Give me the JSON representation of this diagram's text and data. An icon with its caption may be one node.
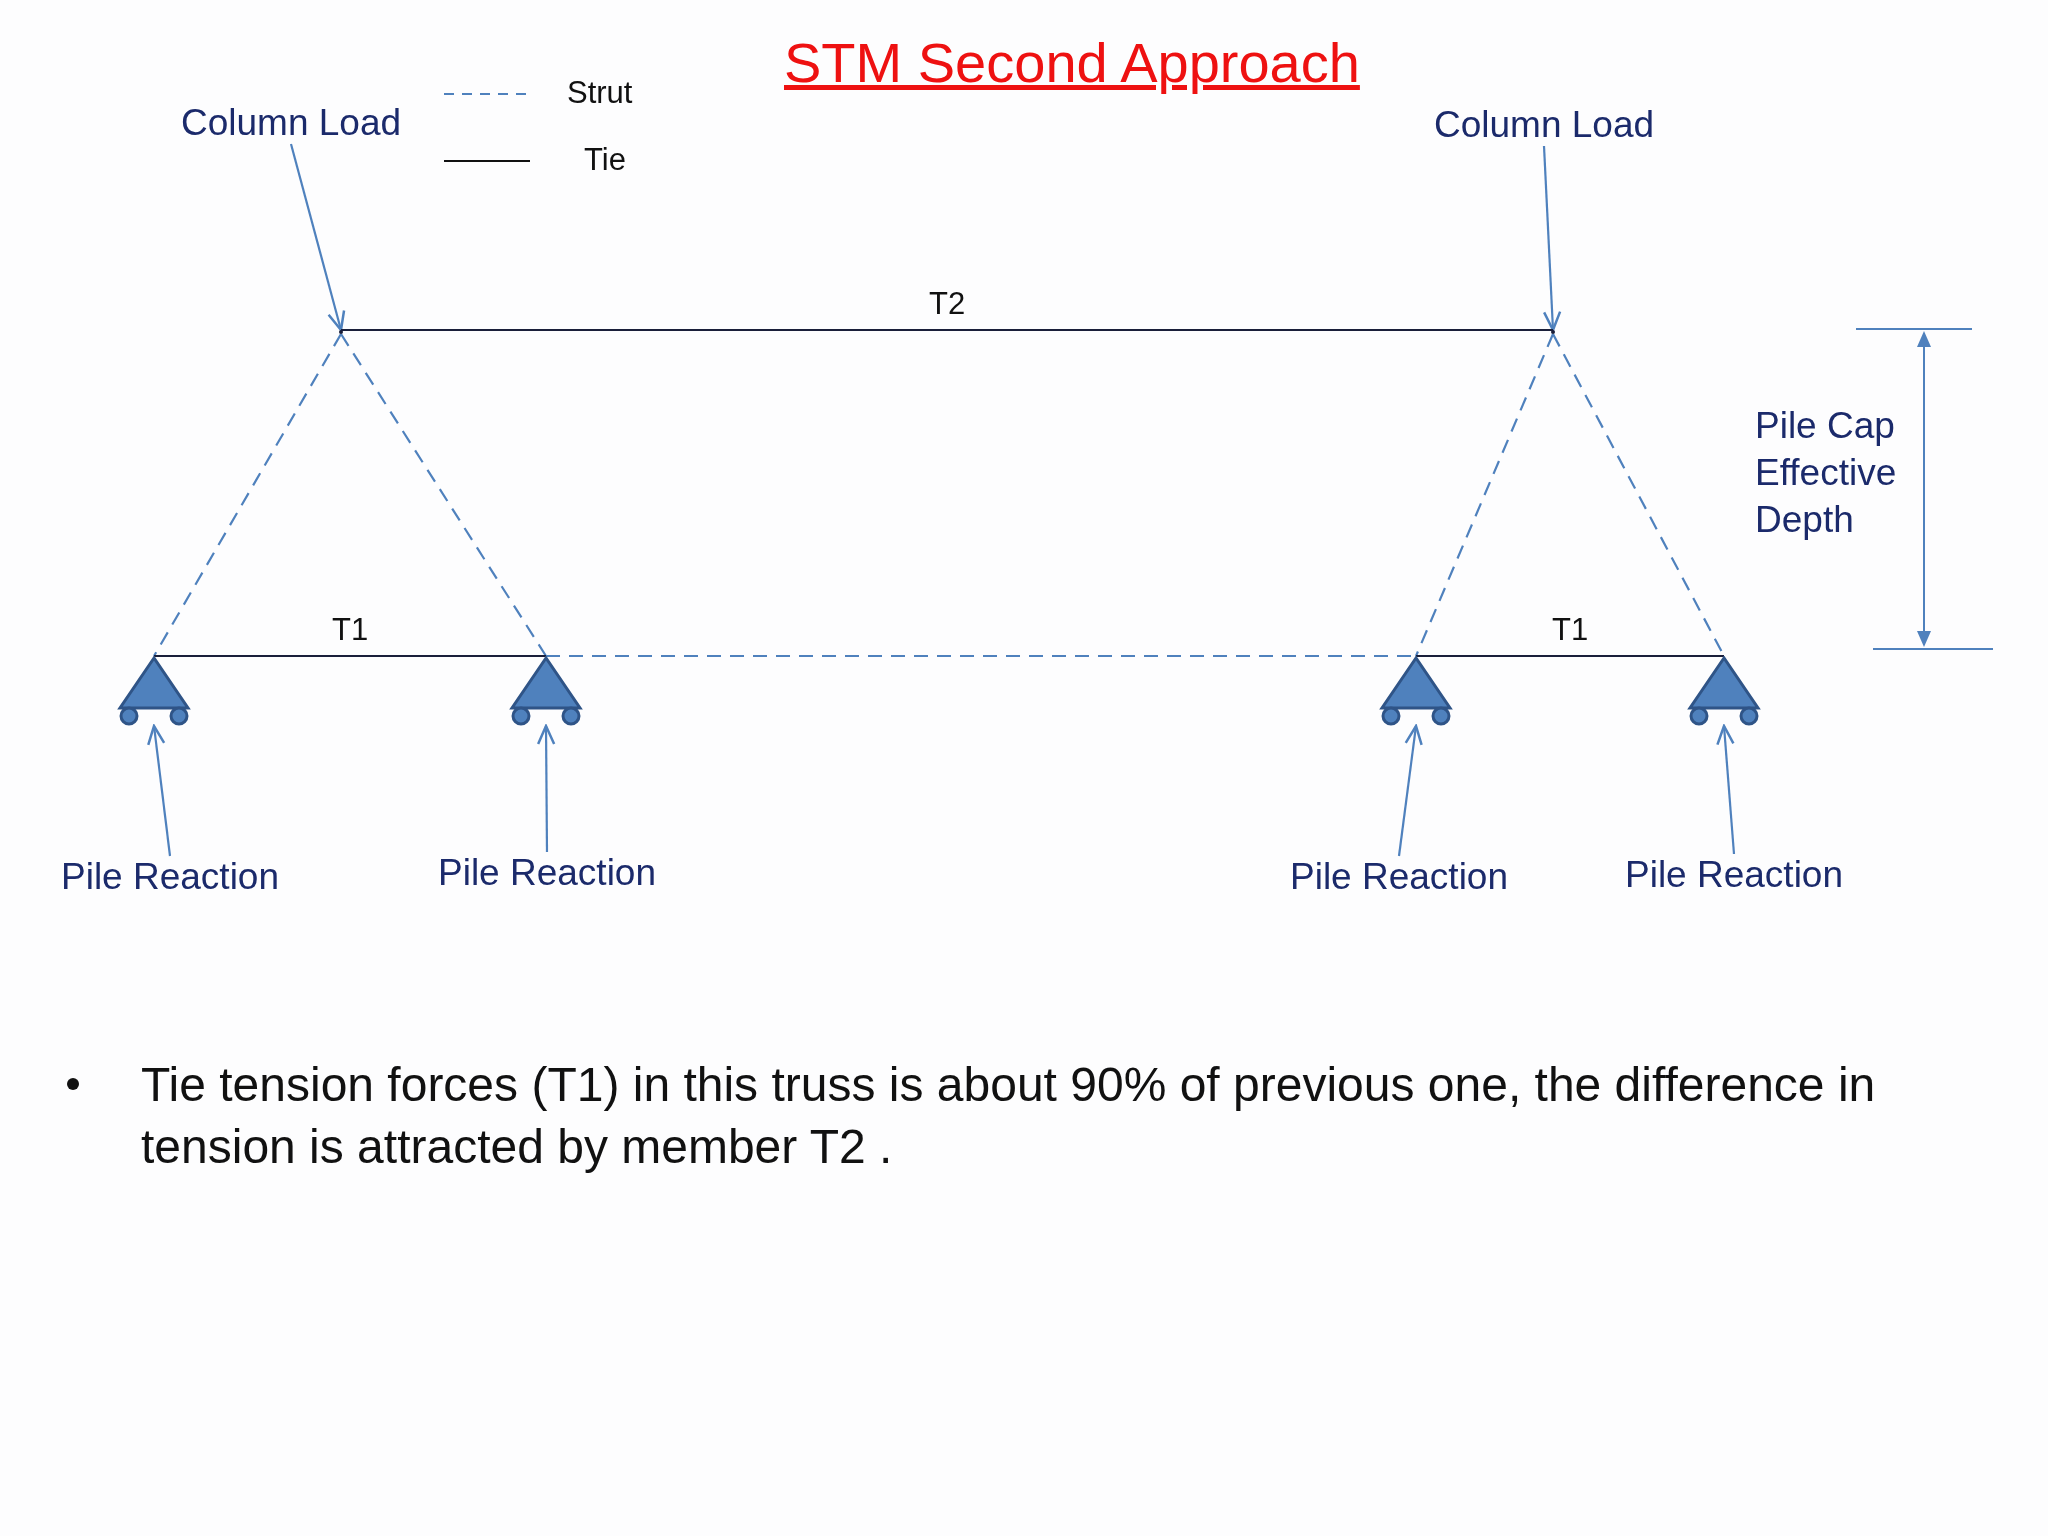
{
  "diagram": {
    "title": "STM Second Approach",
    "nodes": [
      {
        "text": [
          "Column Load"
        ]
      },
      {
        "text": [
          "Column Load"
        ]
      },
      {
        "text": [],
        "shape": "point"
      },
      {
        "text": [],
        "shape": "point"
      },
      {
        "text": [],
        "shape": "triangle"
      },
      {
        "text": [],
        "shape": "triangle"
      },
      {
        "text": [],
        "shape": "triangle"
      },
      {
        "text": [],
        "shape": "triangle"
      },
      {
        "text": [
          "Pile Reaction"
        ]
      },
      {
        "text": [
          "Pile Reaction"
        ]
      },
      {
        "text": [
          "Pile Reaction"
        ]
      },
      {
        "text": [
          "Pile Reaction"
        ]
      }
    ],
    "edges": [
      {
        "from": 0,
        "to": 2,
        "arrow": "to"
      },
      {
        "from": 1,
        "to": 3,
        "arrow": "to"
      },
      {
        "from": 2,
        "to": 3,
        "arrow": "none",
        "label": "T2",
        "color": "#1a1f3a"
      },
      {
        "from": 2,
        "to": 4,
        "arrow": "none",
        "style": "dashed"
      },
      {
        "from": 2,
        "to": 5,
        "arrow": "none",
        "style": "dashed"
      },
      {
        "from": 4,
        "to": 5,
        "arrow": "none",
        "label": "T1",
        "color": "#1a1f3a"
      },
      {
        "from": 5,
        "to": 6,
        "arrow": "none",
        "style": "dashed"
      },
      {
        "from": 3,
        "to": 6,
        "arrow": "none",
        "style": "dashed"
      },
      {
        "from": 3,
        "to": 7,
        "arrow": "none",
        "style": "dashed"
      },
      {
        "from": 6,
        "to": 7,
        "arrow": "none",
        "label": "T1",
        "color": "#1a1f3a"
      },
      {
        "from": 8,
        "to": 4,
        "arrow": "to"
      },
      {
        "from": 9,
        "to": 5,
        "arrow": "to"
      },
      {
        "from": 10,
        "to": 6,
        "arrow": "to"
      },
      {
        "from": 11,
        "to": 7,
        "arrow": "to"
      }
    ],
    "labels": [
      "Pile Cap Effective Depth",
      "Tie tension forces (T1) in this truss is about 90% of previous one, the difference in tension is attracted by member T2 ."
    ],
    "legend": [
      {
        "text": "Strut"
      },
      {
        "text": "Tie"
      }
    ]
  }
}
